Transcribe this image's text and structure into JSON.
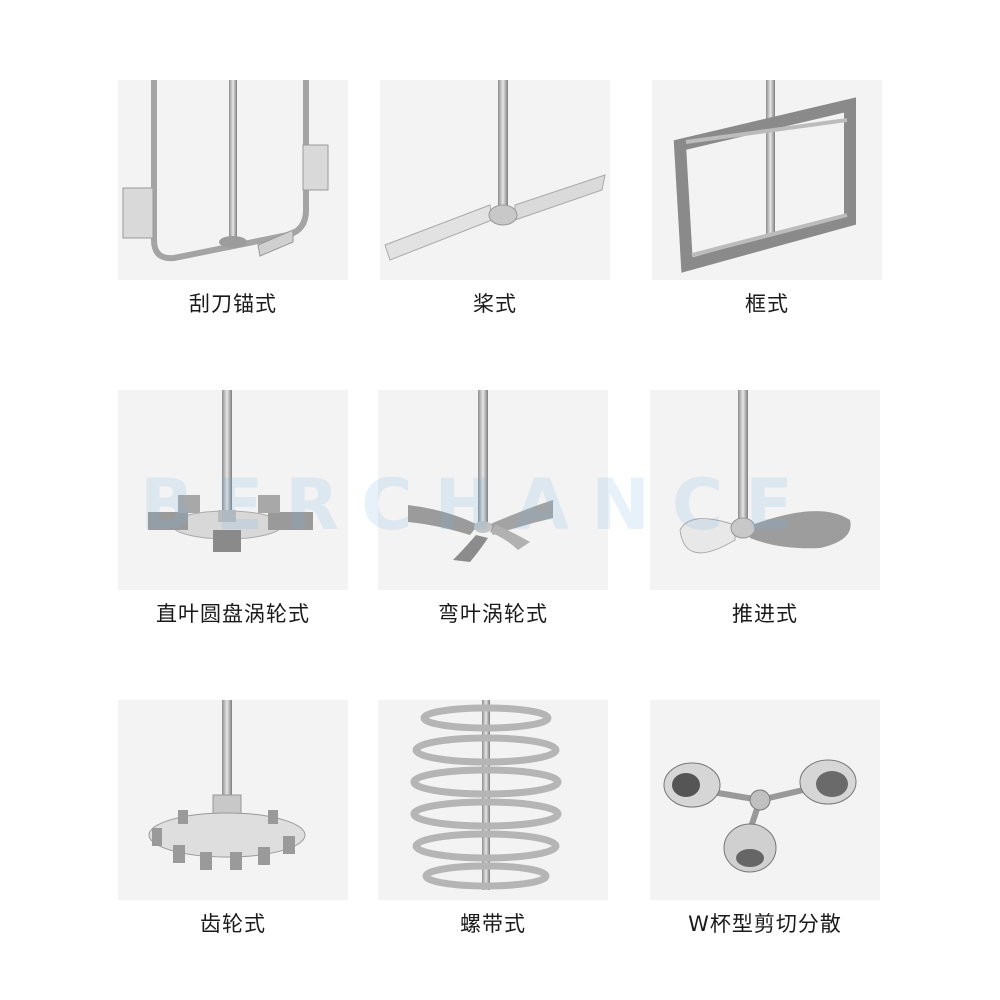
{
  "watermark": "BERCHANCE",
  "items": [
    {
      "label": "刮刀锚式",
      "icon": "scraper-anchor-agitator"
    },
    {
      "label": "桨式",
      "icon": "paddle-agitator"
    },
    {
      "label": "框式",
      "icon": "frame-agitator"
    },
    {
      "label": "直叶圆盘涡轮式",
      "icon": "straight-blade-disc-turbine"
    },
    {
      "label": "弯叶涡轮式",
      "icon": "curved-blade-turbine"
    },
    {
      "label": "推进式",
      "icon": "propeller-agitator"
    },
    {
      "label": "齿轮式",
      "icon": "sawtooth-disc-agitator"
    },
    {
      "label": "螺带式",
      "icon": "helical-ribbon-agitator"
    },
    {
      "label": "W杯型剪切分散",
      "icon": "w-cup-shear-disperser"
    }
  ]
}
